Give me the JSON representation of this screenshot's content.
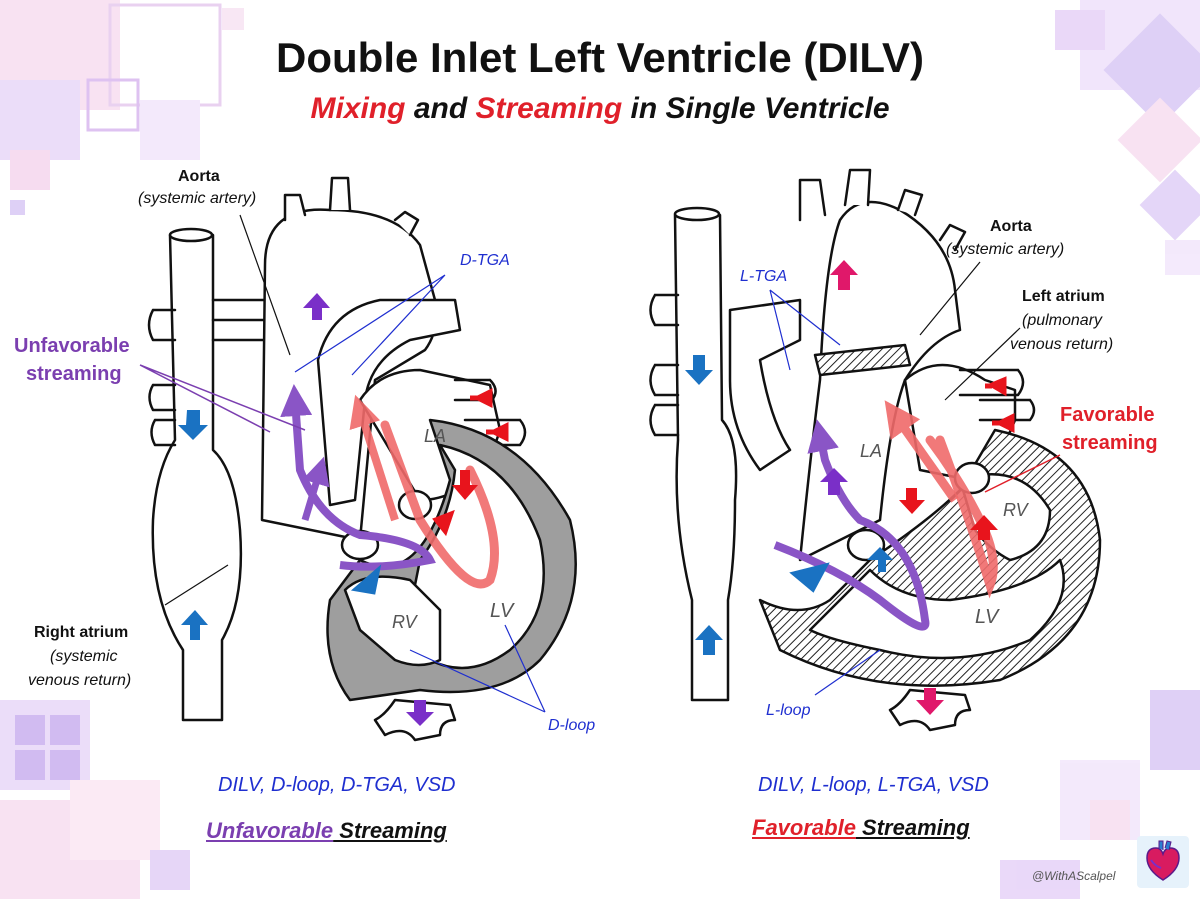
{
  "title": "Double Inlet Left Ventricle (DILV)",
  "subtitle": {
    "part1": "Mixing",
    "part2": " and ",
    "part3": "Streaming",
    "part4": " in Single Ventricle"
  },
  "left_diagram": {
    "aorta_label": "Aorta",
    "aorta_sub": "(systemic artery)",
    "tga_label": "D-TGA",
    "streaming_label_1": "Unfavorable",
    "streaming_label_2": "streaming",
    "ra_label": "Right atrium",
    "ra_sub_1": "(systemic",
    "ra_sub_2": "venous return)",
    "la": "LA",
    "rv": "RV",
    "lv": "LV",
    "loop_label": "D-loop",
    "caption": "DILV, D-loop, D-TGA, VSD",
    "streaming_caption_word": "Unfavorable",
    "streaming_caption_rest": " Streaming"
  },
  "right_diagram": {
    "tga_label": "L-TGA",
    "aorta_label": "Aorta",
    "aorta_sub": "(systemic artery)",
    "la_label": "Left atrium",
    "la_sub_1": "(pulmonary",
    "la_sub_2": "venous return)",
    "streaming_label_1": "Favorable",
    "streaming_label_2": "streaming",
    "la": "LA",
    "rv": "RV",
    "lv": "LV",
    "loop_label": "L-loop",
    "caption": "DILV, L-loop, L-TGA, VSD",
    "streaming_caption_word": "Favorable",
    "streaming_caption_rest": " Streaming"
  },
  "credit": "@WithAScalpel",
  "colors": {
    "deoxygenated": "#1a72c2",
    "oxygenated": "#e8141c",
    "mixed": "#7a2fc8",
    "mixed_to_aorta": "#e0186a",
    "ventricle_wall": "#9e9e9e",
    "decor": "#d9c8f5"
  }
}
